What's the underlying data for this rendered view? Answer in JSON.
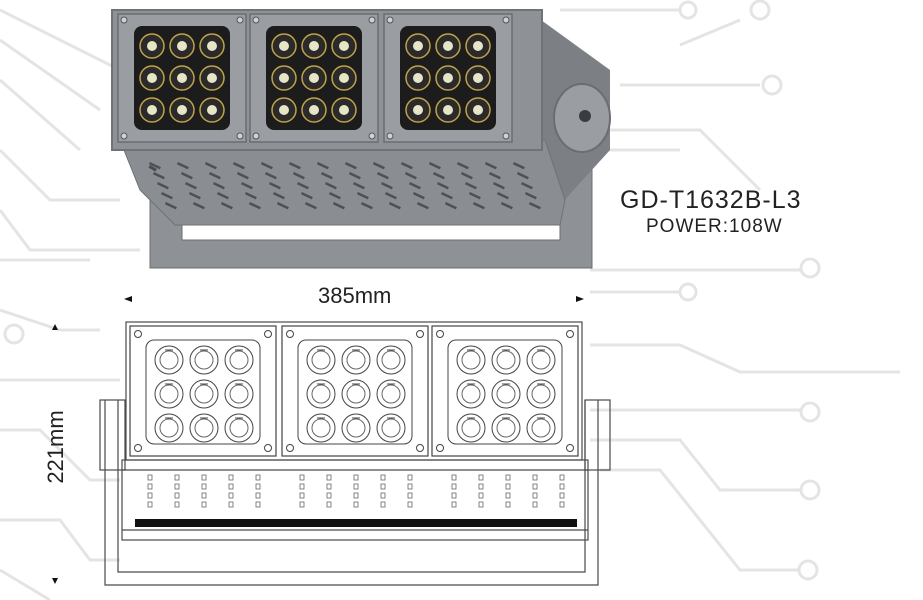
{
  "product": {
    "model_code": "GD-T1632B-L3",
    "power_label": "POWER:108W"
  },
  "dimensions": {
    "width_label": "385mm",
    "height_label": "221mm"
  },
  "colors": {
    "housing": "#8a8d92",
    "housing_dark": "#6f7277",
    "lens_panel": "#1c1c1c",
    "circuit_lines": "#e3e3e3",
    "drawing_lines": "#4a4a4a"
  }
}
